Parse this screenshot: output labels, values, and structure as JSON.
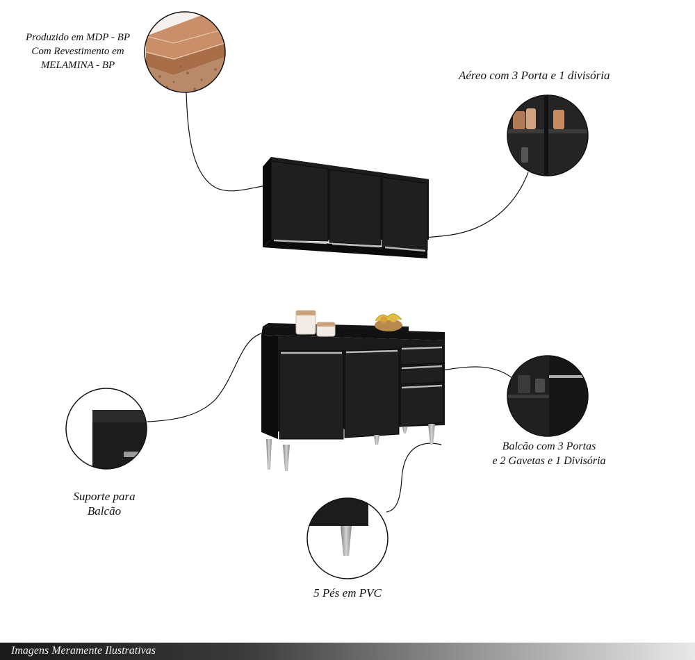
{
  "callouts": {
    "material": {
      "lines": [
        "Produzido em MDP - BP",
        "Com Revestimento em",
        "MELAMINA - BP"
      ]
    },
    "upper_cabinet": {
      "lines": [
        "Aéreo com 3 Porta e 1 divisória"
      ]
    },
    "countertop_support": {
      "lines": [
        "Suporte para",
        "Balcão"
      ]
    },
    "base_cabinet": {
      "lines": [
        "Balcão com 3 Portas",
        "e 2 Gavetas e 1 Divisória"
      ]
    },
    "feet": {
      "lines": [
        "5 Pés em PVC"
      ]
    }
  },
  "footer": {
    "text": "Imagens Meramente Ilustrativas"
  },
  "colors": {
    "cabinet": "#1c1c1c",
    "cabinet_edge": "#0c0c0c",
    "handle": "#b9b9b9",
    "wood": "#b07a55"
  }
}
